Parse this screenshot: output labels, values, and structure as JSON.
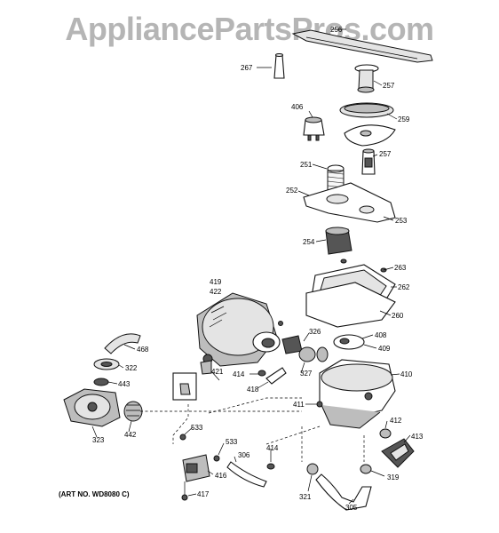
{
  "watermark": "AppliancePartsPros.com",
  "art_number": "(ART NO. WD8080 C)",
  "parts": {
    "p256": "256",
    "p267": "267",
    "p257a": "257",
    "p406": "406",
    "p259": "259",
    "p257b": "257",
    "p251": "251",
    "p252": "252",
    "p253": "253",
    "p254": "254",
    "p263": "263",
    "p262": "262",
    "p260": "260",
    "p419": "419",
    "p422": "422",
    "p468": "468",
    "p326": "326",
    "p408": "408",
    "p409": "409",
    "p322": "322",
    "p421": "421",
    "p414a": "414",
    "p327": "327",
    "p410": "410",
    "p443": "443",
    "p418": "418",
    "p411": "411",
    "p412": "412",
    "p442": "442",
    "p323": "323",
    "p413": "413",
    "p533a": "533",
    "p533b": "533",
    "p414b": "414",
    "p306": "306",
    "p416": "416",
    "p319": "319",
    "p417": "417",
    "p321": "321",
    "p305": "305"
  }
}
